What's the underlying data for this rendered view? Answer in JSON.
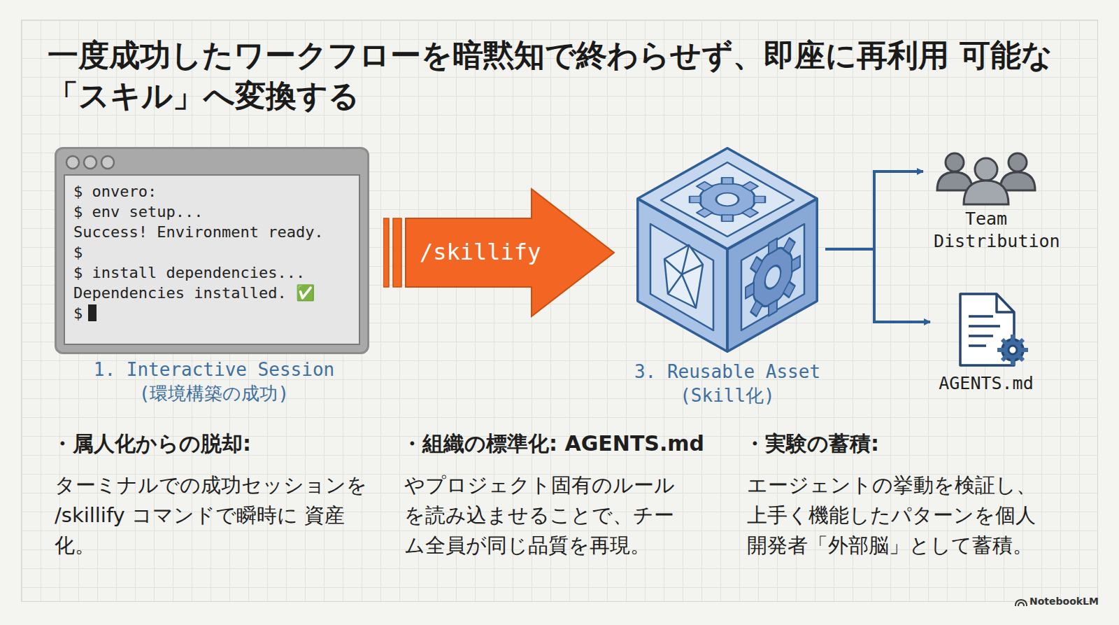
{
  "diagram": {
    "title": "一度成功したワークフローを暗黙知で終わらせず、即座に再利用 可能な「スキル」へ変換する",
    "nodes": [
      {
        "text": [
          "$ onvero:",
          "$ env setup...",
          "Success! Environment ready.",
          "$",
          "$ install dependencies...",
          "Dependencies installed. ✅",
          "$",
          "1. Interactive Session",
          "(環境構築の成功)"
        ]
      },
      {
        "text": [
          "/skillify"
        ]
      },
      {
        "text": [
          "3. Reusable Asset",
          "(Skill化)"
        ]
      },
      {
        "text": [
          "Team Distribution"
        ]
      },
      {
        "text": [
          "AGENTS.md"
        ]
      }
    ],
    "edges": [
      {
        "from": 2,
        "to": 3,
        "arrow": "to"
      },
      {
        "from": 2,
        "to": 4,
        "arrow": "to"
      }
    ],
    "labels": [
      "・属人化からの脱却:",
      "ターミナルでの成功セッションを /skillify コマンドで瞬時に 資産化。",
      "・組織の標準化: AGENTS.md",
      "やプロジェクト固有のルール を読み込ませることで、チー ム全員が同じ品質を再現。",
      "・実験の蓄積:",
      "エージェントの挙動を検証し、 上手く機能したパターンを個人 開発者「外部脳」として蓄積。",
      "NotebookLM"
    ]
  }
}
